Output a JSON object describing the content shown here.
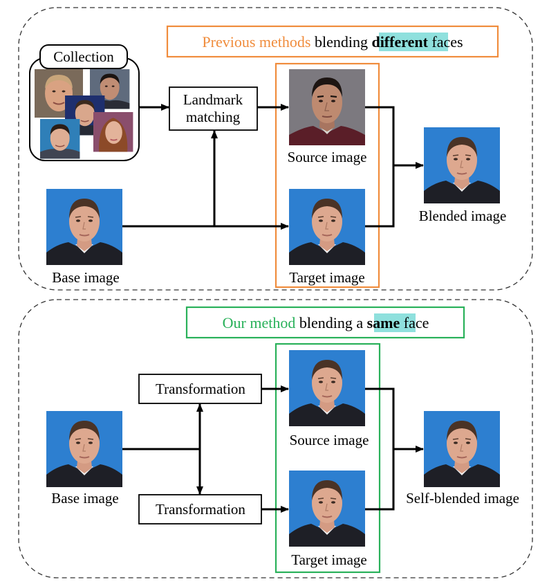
{
  "colors": {
    "previous_accent": "#F08C3C",
    "ours_accent": "#29B15A",
    "highlight": "#8FE0DD",
    "arrow": "#000000",
    "photo_bg": "#2D7FD0"
  },
  "top_panel": {
    "title": {
      "prefix": "Previous methods",
      "middle": " blending ",
      "emphasis": "different",
      "suffix": " faces"
    },
    "collection_label": "Collection",
    "landmark_line1": "Landmark",
    "landmark_line2": "matching",
    "source_label": "Source image",
    "target_label": "Target image",
    "blended_label": "Blended image",
    "base_label": "Base image"
  },
  "bottom_panel": {
    "title": {
      "prefix": "Our method",
      "middle": " blending a ",
      "emphasis": "same",
      "suffix": " face"
    },
    "transformation_top": "Transformation",
    "transformation_bottom": "Transformation",
    "source_label": "Source image",
    "target_label": "Target image",
    "blended_label": "Self-blended image",
    "base_label": "Base image"
  }
}
